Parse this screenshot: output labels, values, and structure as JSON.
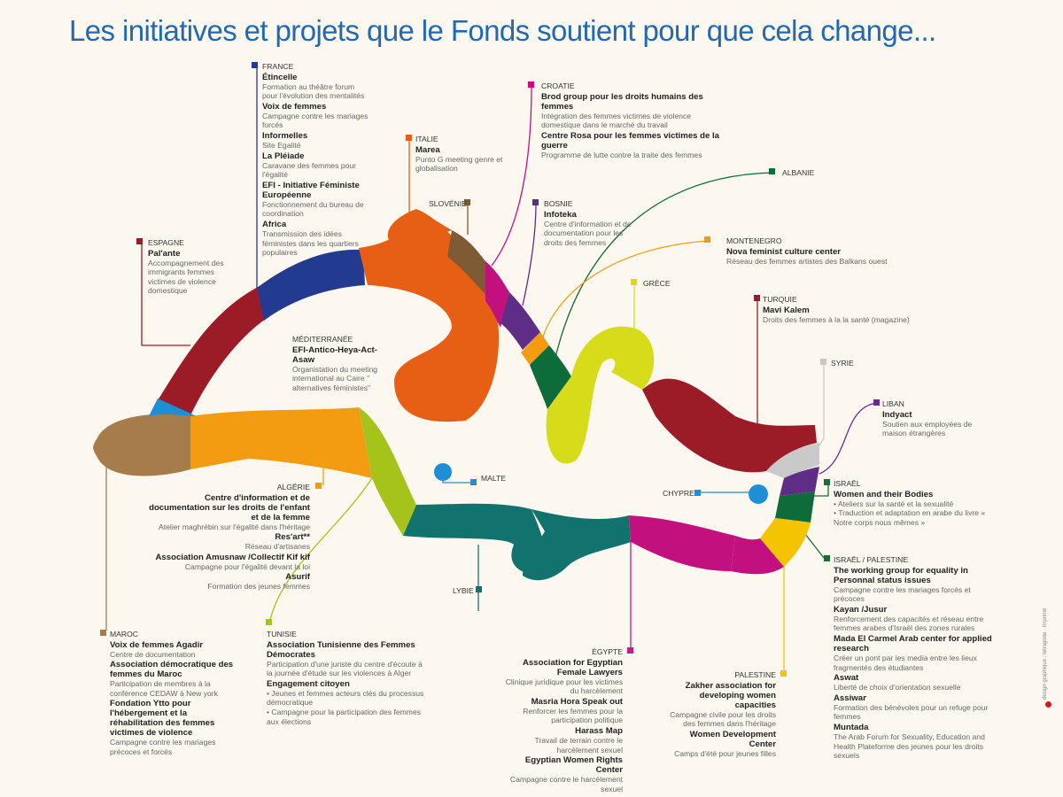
{
  "title": "Les initiatives et projets que le Fonds soutient pour que cela change...",
  "colors": {
    "background": "#fcf8ef",
    "title": "#2169b3",
    "brown": "#a67c4a",
    "blue": "#1e8fd4",
    "darkred": "#9b1b27",
    "navy": "#223a8f",
    "orange": "#e65f14",
    "olive": "#7e5b35",
    "magenta": "#c2117f",
    "purple": "#5e2d86",
    "amber": "#f39c12",
    "green": "#0e6b3a",
    "lime": "#d7dc1a",
    "grey": "#c9c9c9",
    "violet": "#6a2a8c",
    "darkgreen": "#1a6b3a",
    "yellow": "#f5c400",
    "pink": "#d1187f",
    "teal": "#12726e",
    "yellowgreen": "#a5c31b",
    "gold": "#f39c12"
  },
  "side_credit": "design graphique : tetragone · Imprimé",
  "regions": {
    "france": {
      "country": "FRANCE",
      "projects": [
        {
          "name": "Étincelle",
          "desc": "Formation au théâtre forum pour l'évolution des mentalités"
        },
        {
          "name": "Voix de femmes",
          "desc": "Campagne contre les mariages forcés"
        },
        {
          "name": "Informelles",
          "desc": "Site Egalité"
        },
        {
          "name": "La Pléiade",
          "desc": "Caravane des femmes pour l'égalité"
        },
        {
          "name": "EFI - Initiative Féministe Européenne",
          "desc": "Fonctionnement du bureau de coordination"
        },
        {
          "name": "Africa",
          "desc": "Transmission des idées féministes dans les quartiers populaires"
        }
      ]
    },
    "espagne": {
      "country": "ESPAGNE",
      "projects": [
        {
          "name": "Pal'ante",
          "desc": "Accompagnement des immigrants femmes victimes de violence domestique"
        }
      ]
    },
    "italie": {
      "country": "ITALIE",
      "projects": [
        {
          "name": "Marea",
          "desc": "Punto G meeting genre et globalisation"
        }
      ]
    },
    "croatie": {
      "country": "CROATIE",
      "projects": [
        {
          "name": "Brod group pour les droits humains des femmes",
          "desc": "Intégration des femmes victimes de violence domestique dans le marché du travail"
        },
        {
          "name": "Centre Rosa pour les femmes victimes de la guerre",
          "desc": "Programme de lutte contre la traite des femmes"
        }
      ]
    },
    "slovenie": {
      "country": "SLOVÉNIE"
    },
    "bosnie": {
      "country": "BOSNIE",
      "projects": [
        {
          "name": "Infoteka",
          "desc": "Centre d'information et de documentation pour les droits des femmes"
        }
      ]
    },
    "albanie": {
      "country": "ALBANIE"
    },
    "montenegro": {
      "country": "MONTENEGRO",
      "projects": [
        {
          "name": "Nova feminist culture center",
          "desc": "Réseau des femmes artistes des Balkans ouest"
        }
      ]
    },
    "grece": {
      "country": "GRÈCE"
    },
    "turquie": {
      "country": "TURQUIE",
      "projects": [
        {
          "name": "Mavi Kalem",
          "desc": "Droits des femmes à la la santé (magazine)"
        }
      ]
    },
    "mediterranee": {
      "country": "MÉDITERRANÉE",
      "projects": [
        {
          "name": "EFI-Antico-Heya-Act-Asaw",
          "desc": "Organistation du meeting international au Caire \" alternatives féministes\""
        }
      ]
    },
    "syrie": {
      "country": "SYRIE"
    },
    "liban": {
      "country": "LIBAN",
      "projects": [
        {
          "name": "Indyact",
          "desc": "Soutien aux employées de maison étrangères"
        }
      ]
    },
    "malte": {
      "country": "MALTE"
    },
    "chypre": {
      "country": "CHYPRE"
    },
    "israel": {
      "country": "ISRAËL",
      "projects": [
        {
          "name": "Women and their Bodies",
          "desc": "• Ateliers sur la santé et la sexualité\n• Traduction et  adaptation en arabe du livre « Notre corps nous mêmes »"
        }
      ]
    },
    "israel_palestine": {
      "country": "ISRAËL / PALESTINE",
      "projects": [
        {
          "name": "The working group for equality in Personnal status issues",
          "desc": "Campagne  contre les mariages forcés et précoces"
        },
        {
          "name": "Kayan /Jusur",
          "desc": "Renforcement des capacités et réseau entre femmes arabes d'Israël des zones rurales"
        },
        {
          "name": "Mada El Carmel Arab center for applied research",
          "desc": "Créer un pont par les media entre les lieux fragmentés des étudiantes"
        },
        {
          "name": "Aswat",
          "desc": "Liberté de choix d'orientation sexuelle"
        },
        {
          "name": "Assiwar",
          "desc": "Formation des bénévoles pour un refuge pour femmes"
        },
        {
          "name": "Muntada",
          "desc": "The Arab Forum for Sexuality, Education and Health Plateforme des jeunes pour les droits sexuels"
        }
      ]
    },
    "algerie": {
      "country": "ALGÉRIE",
      "projects": [
        {
          "name": "Centre d'information et de documentation sur les droits de l'enfant et de la femme",
          "desc": "Atelier maghrébin sur l'égalité dans l'héritage"
        },
        {
          "name": "Res'art**",
          "desc": "Réseau d'artisanes"
        },
        {
          "name": "Association Amusnaw /Collectif  Kif kif",
          "desc": "Campagne pour l'égalité devant la loi"
        },
        {
          "name": "Asurif",
          "desc": "Formation des jeunes femmes"
        }
      ]
    },
    "lybie": {
      "country": "LYBIE"
    },
    "maroc": {
      "country": "MAROC",
      "projects": [
        {
          "name": "Voix de femmes Agadir",
          "desc": "Centre de documentation"
        },
        {
          "name": "Association démocratique des femmes du Maroc",
          "desc": "Participation de membres à la conférence CEDAW à New york"
        },
        {
          "name": "Fondation Ytto pour l'hébergement et la réhabilitation des femmes victimes de violence",
          "desc": "Campagne contre les mariages précoces et forcés"
        }
      ]
    },
    "tunisie": {
      "country": "TUNISIE",
      "projects": [
        {
          "name": "Association Tunisienne des Femmes Démocrates",
          "desc": "Participation d'une juriste du centre d'écoute à la journée d'étude sur les violences à Alger"
        },
        {
          "name": "Engagement citoyen",
          "desc": "• Jeunes et femmes acteurs clés du processus démocratique\n• Campagne pour la participation des femmes aux élections"
        }
      ]
    },
    "egypte": {
      "country": "ÉGYPTE",
      "projects": [
        {
          "name": "Association for Egyptian Female Lawyers",
          "desc": "Clinique juridique pour les victimes du harcèlement"
        },
        {
          "name": "Masria Hora Speak out",
          "desc": "Renforcer les femmes pour la participation politique"
        },
        {
          "name": "Harass Map",
          "desc": "Travail de terrain contre le harcèlement sexuel"
        },
        {
          "name": "Egyptian Women Rights Center",
          "desc": "Campagne contre le harcèlement sexuel"
        }
      ]
    },
    "palestine": {
      "country": "PALESTINE",
      "projects": [
        {
          "name": "Zakher association for developing women capacities",
          "desc": "Campagne civile pour les droits des femmes dans l'héritage"
        },
        {
          "name": "Women Development Center",
          "desc": "Camps d'été pour jeunes filles"
        }
      ]
    }
  }
}
